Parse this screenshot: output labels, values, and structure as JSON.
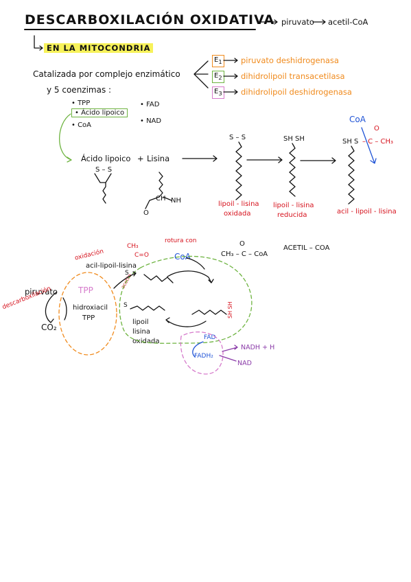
{
  "title": "DESCARBOXILACIÓN OXIDATIVA",
  "summary": {
    "a": "piruvato",
    "b": "acetil-CoA"
  },
  "location": "EN LA MITOCONDRIA",
  "catalyzed": "Catalizada por complejo enzimático",
  "enzymes": [
    {
      "tag": "E",
      "sub": "1",
      "name": "piruvato deshidrogenasa"
    },
    {
      "tag": "E",
      "sub": "2",
      "name": "dihidrolipoil transacetilasa"
    },
    {
      "tag": "E",
      "sub": "3",
      "name": "dihidrolipoil deshidrogenasa"
    }
  ],
  "coenzymes_intro": "y 5 coenzimas :",
  "coenzymes": [
    "TPP",
    "Ácido lipoico",
    "CoA",
    "FAD",
    "NAD"
  ],
  "reaction": {
    "lipoic": "Ácido lipoico",
    "plus": "+",
    "lysine": "Lisina",
    "lys_ch": "CH",
    "lys_nh": "NH",
    "lys_o": "O",
    "ss": "S – S",
    "sh_sh": "SH  SH",
    "sh_s": "SH  S",
    "coa": "CoA",
    "acyl_o": "O",
    "acyl_ch3": "– C – CH₃",
    "labels": {
      "oxidada_1": "lipoil - lisina",
      "oxidada_2": "oxidada",
      "reducida_1": "lipoil - lisina",
      "reducida_2": "reducida",
      "acil": "acil - lipoil - lisina"
    }
  },
  "cycle": {
    "piruvato": "piruvato",
    "descarboxilacion": "descarboxilación",
    "co2": "CO₂",
    "tpp": "TPP",
    "hidroxiacil_1": "hidroxiacil",
    "hidroxiacil_2": "TPP",
    "oxidacion": "oxidación",
    "acil_lipoil": "acil-lipoil-lisina",
    "ch3": "CH₃",
    "c_o": "C=O",
    "acetilo": "acetilo",
    "rotura": "rotura con",
    "coa": "CoA",
    "acetil_formula": "CH₃ – C – CoA",
    "acetil_o": "O",
    "acetil_name": "ACETIL – COA",
    "lipoil_1": "lipoil",
    "lipoil_2": "lisina",
    "lipoil_3": "oxidada",
    "fad": "FAD",
    "fadh2": "FADH₂",
    "nadh": "NADH + H",
    "nad": "NAD"
  },
  "colors": {
    "orange": "#f08a1c",
    "red": "#d6121d",
    "blue": "#1f53d6",
    "green": "#6db33f",
    "purple": "#8a3aa8",
    "pink": "#d67acb",
    "highlight": "#f7f25a"
  }
}
